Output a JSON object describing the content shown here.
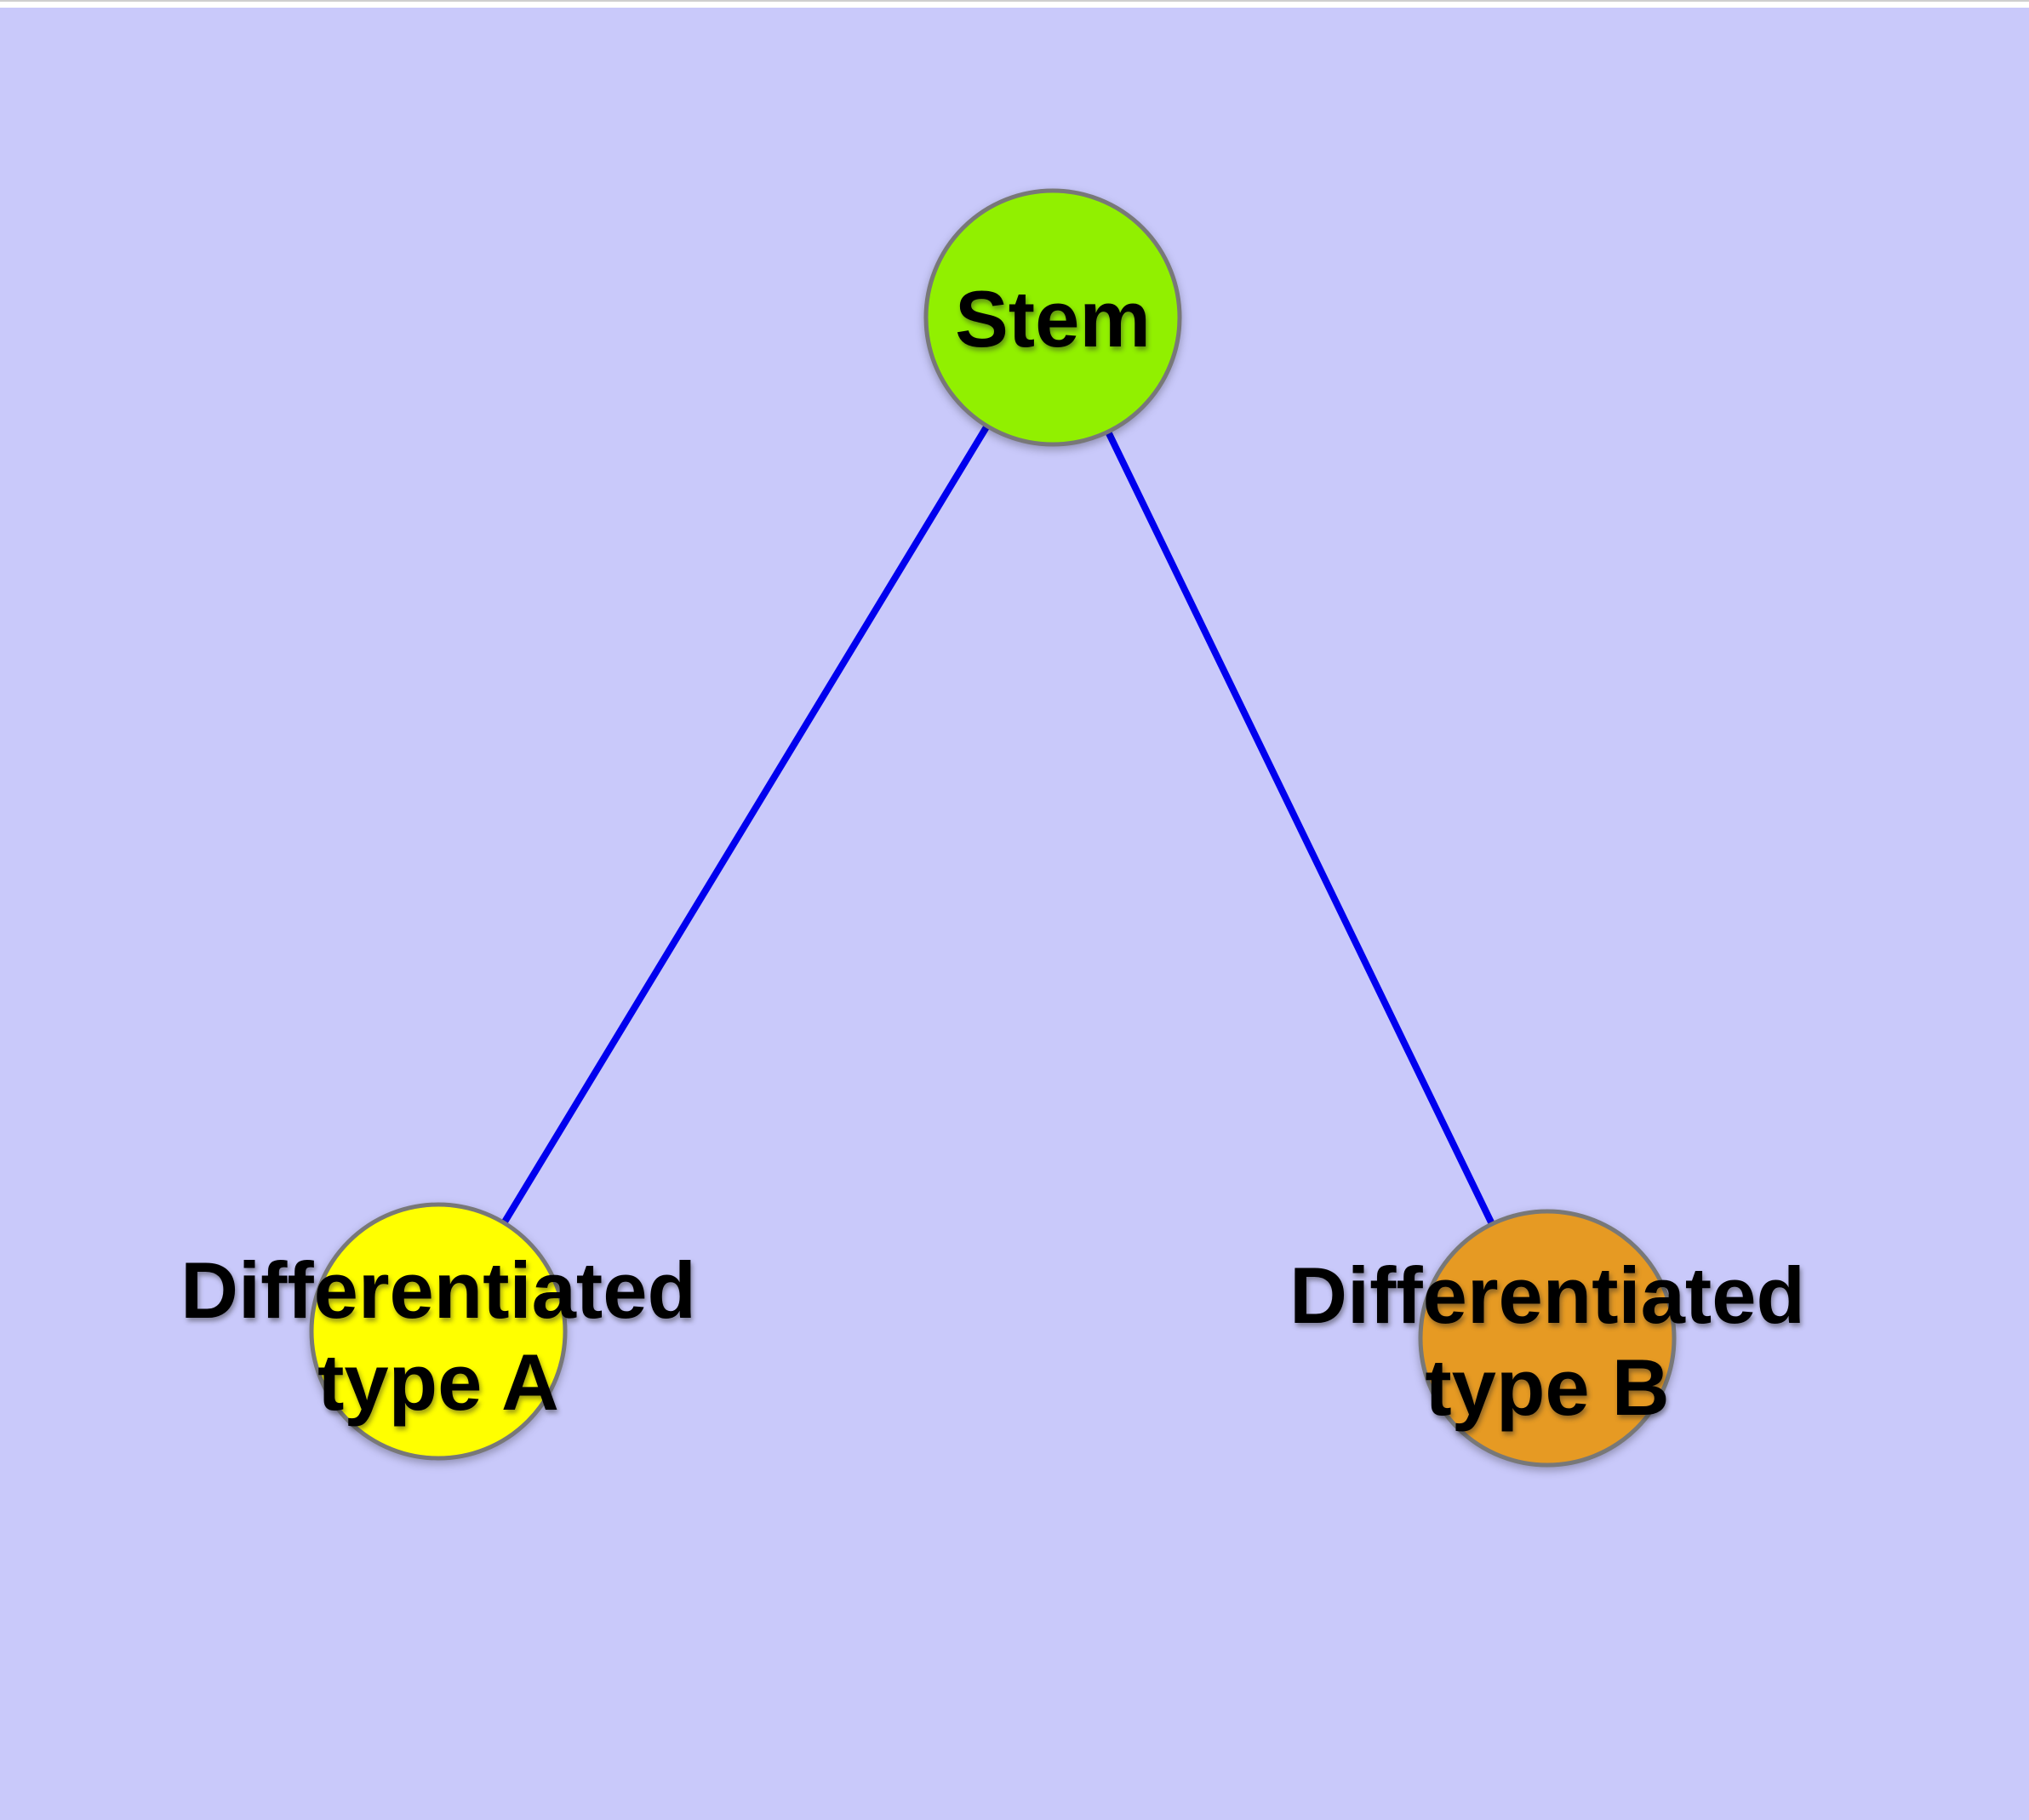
{
  "diagram": {
    "type": "graph",
    "background_color": "#c9c9fa",
    "window_strip_color": "#ffffff",
    "window_hairline_color": "#cfcfcf",
    "edge_color": "#0000ee",
    "node_border_color": "#787878",
    "label_color": "#000000",
    "nodes": {
      "stem": {
        "label": "Stem",
        "color": "#91f000"
      },
      "type_a": {
        "label_line1": "Differentiated",
        "label_line2": "type A",
        "color": "#ffff00"
      },
      "type_b": {
        "label_line1": "Differentiated",
        "label_line2": "type B",
        "color": "#e69a23"
      }
    },
    "edges": [
      {
        "from": "Stem",
        "to": "Differentiated type A"
      },
      {
        "from": "Stem",
        "to": "Differentiated type B"
      }
    ]
  }
}
